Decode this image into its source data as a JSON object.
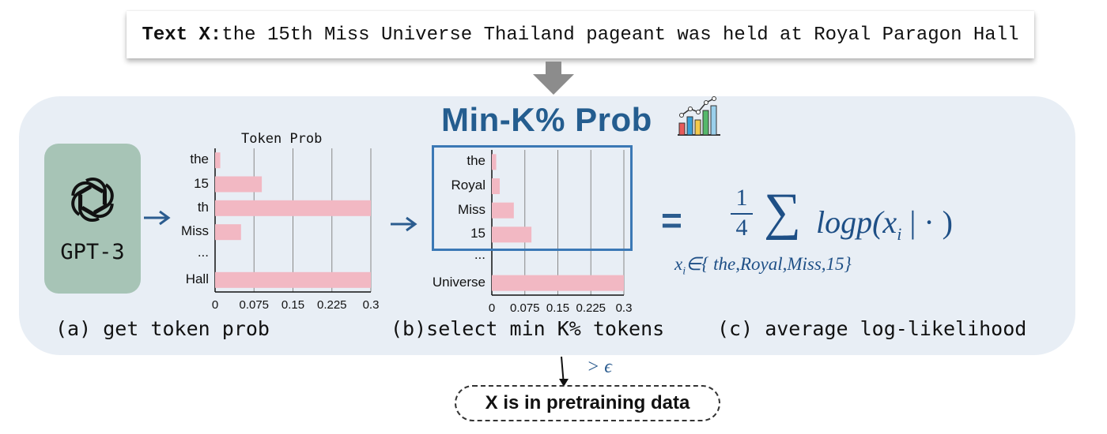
{
  "input": {
    "label": "Text X:",
    "text": "the 15th Miss Universe Thailand pageant was held at Royal Paragon Hall"
  },
  "title": "Min-K% Prob",
  "model": {
    "name": "GPT-3"
  },
  "colors": {
    "panel": "#e8eef5",
    "accent": "#2b5c8f",
    "bar": "#f2b8c3",
    "model_box": "#a7c4b6"
  },
  "icons": {
    "model_logo": "openai-logo-icon",
    "title_icon": "bar-chart-icon"
  },
  "steps": {
    "a": "(a) get token prob",
    "b": "(b)select min K% tokens",
    "c": "(c) average log-likelihood"
  },
  "formula": {
    "equals": "=",
    "fraction_num": "1",
    "fraction_den": "4",
    "sum": "∑",
    "term": "logp(x",
    "term_sub": "i",
    "term_tail": " | · )",
    "subscript_var": "x",
    "subscript_i": "i",
    "subscript_set": "∈{ the,Royal,Miss,15}"
  },
  "threshold": "> ϵ",
  "result": "X is in pretraining data",
  "chart_data": [
    {
      "type": "bar",
      "orientation": "horizontal",
      "title": "Token Prob",
      "categories": [
        "the",
        "15",
        "th",
        "Miss",
        "...",
        "Hall"
      ],
      "values": [
        0.01,
        0.09,
        0.3,
        0.05,
        null,
        0.3
      ],
      "xlim": [
        0,
        0.3
      ],
      "xticks": [
        "0",
        "0.075",
        "0.15",
        "0.225",
        "0.3"
      ],
      "grid": true
    },
    {
      "type": "bar",
      "orientation": "horizontal",
      "title": "",
      "categories": [
        "the",
        "Royal",
        "Miss",
        "15",
        "...",
        "Universe"
      ],
      "values": [
        0.01,
        0.018,
        0.05,
        0.09,
        null,
        0.3
      ],
      "xlim": [
        0,
        0.3
      ],
      "xticks": [
        "0",
        "0.075",
        "0.15",
        "0.225",
        "0.3"
      ],
      "grid": true,
      "highlighted": [
        "the",
        "Royal",
        "Miss",
        "15"
      ]
    }
  ]
}
